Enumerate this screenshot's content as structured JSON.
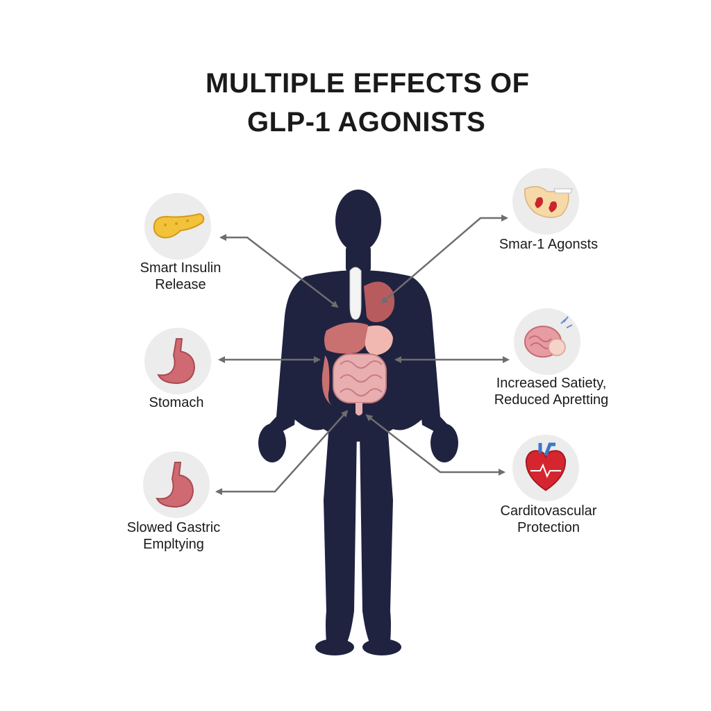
{
  "title": {
    "line1": "MULTIPLE EFFECTS OF",
    "line2": "GLP-1 AGONISTS"
  },
  "effects": [
    {
      "id": "insulin",
      "icon": "pancreas-icon",
      "lines": [
        "Smart Insulin",
        "Release"
      ]
    },
    {
      "id": "stomach",
      "icon": "stomach-icon",
      "lines": [
        "Stomach"
      ]
    },
    {
      "id": "gastric",
      "icon": "stomach-icon",
      "lines": [
        "Slowed Gastric",
        "Empltying"
      ]
    },
    {
      "id": "agonists",
      "icon": "hearts-icon",
      "lines": [
        "Smar-1 Agonsts"
      ]
    },
    {
      "id": "satiety",
      "icon": "brain-icon",
      "lines": [
        "Increased Satiety,",
        "Reduced Apretting"
      ]
    },
    {
      "id": "cardio",
      "icon": "heart-icon",
      "lines": [
        "Carditovascular",
        "Protection"
      ]
    }
  ],
  "colors": {
    "silhouette": "#1f2340",
    "organ": "#c97070",
    "intestine": "#e9aeb0",
    "arrow": "#6e6e6e",
    "bubble": "#ececec"
  }
}
